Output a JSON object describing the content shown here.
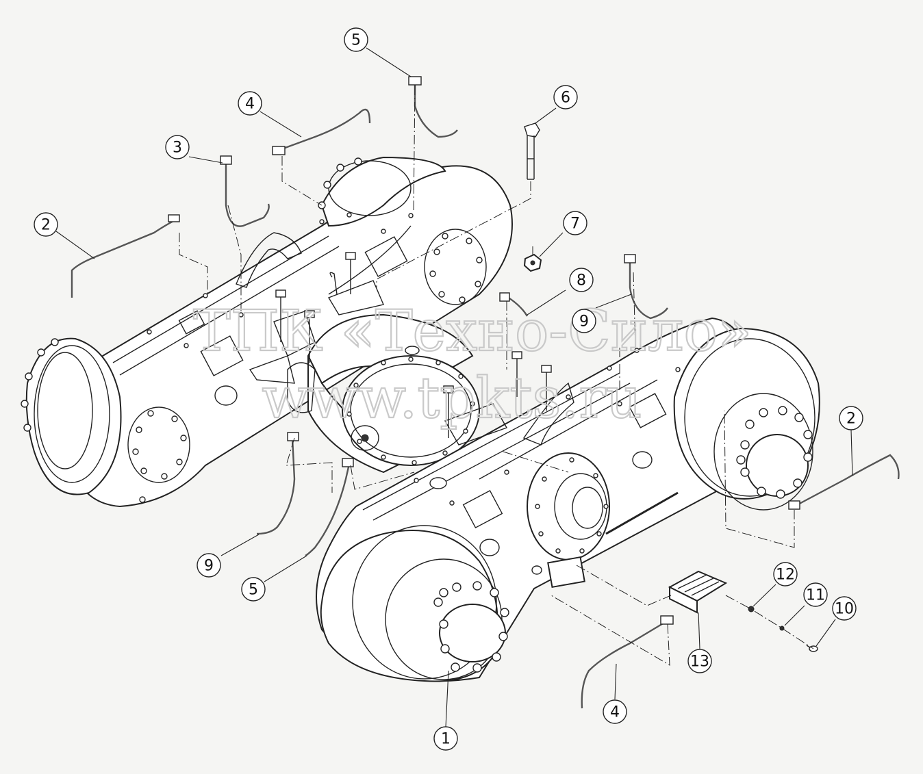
{
  "watermark": {
    "company": "ТПК «Техно-Сило»",
    "url": "www.tpkts.ru"
  },
  "callouts": [
    {
      "id": "c1",
      "label": "1"
    },
    {
      "id": "c2a",
      "label": "2"
    },
    {
      "id": "c2b",
      "label": "2"
    },
    {
      "id": "c3",
      "label": "3"
    },
    {
      "id": "c4a",
      "label": "4"
    },
    {
      "id": "c4b",
      "label": "4"
    },
    {
      "id": "c5a",
      "label": "5"
    },
    {
      "id": "c5b",
      "label": "5"
    },
    {
      "id": "c6",
      "label": "6"
    },
    {
      "id": "c7",
      "label": "7"
    },
    {
      "id": "c8",
      "label": "8"
    },
    {
      "id": "c9a",
      "label": "9"
    },
    {
      "id": "c9b",
      "label": "9"
    },
    {
      "id": "c10",
      "label": "10"
    },
    {
      "id": "c11",
      "label": "11"
    },
    {
      "id": "c12",
      "label": "12"
    },
    {
      "id": "c13",
      "label": "13"
    }
  ]
}
